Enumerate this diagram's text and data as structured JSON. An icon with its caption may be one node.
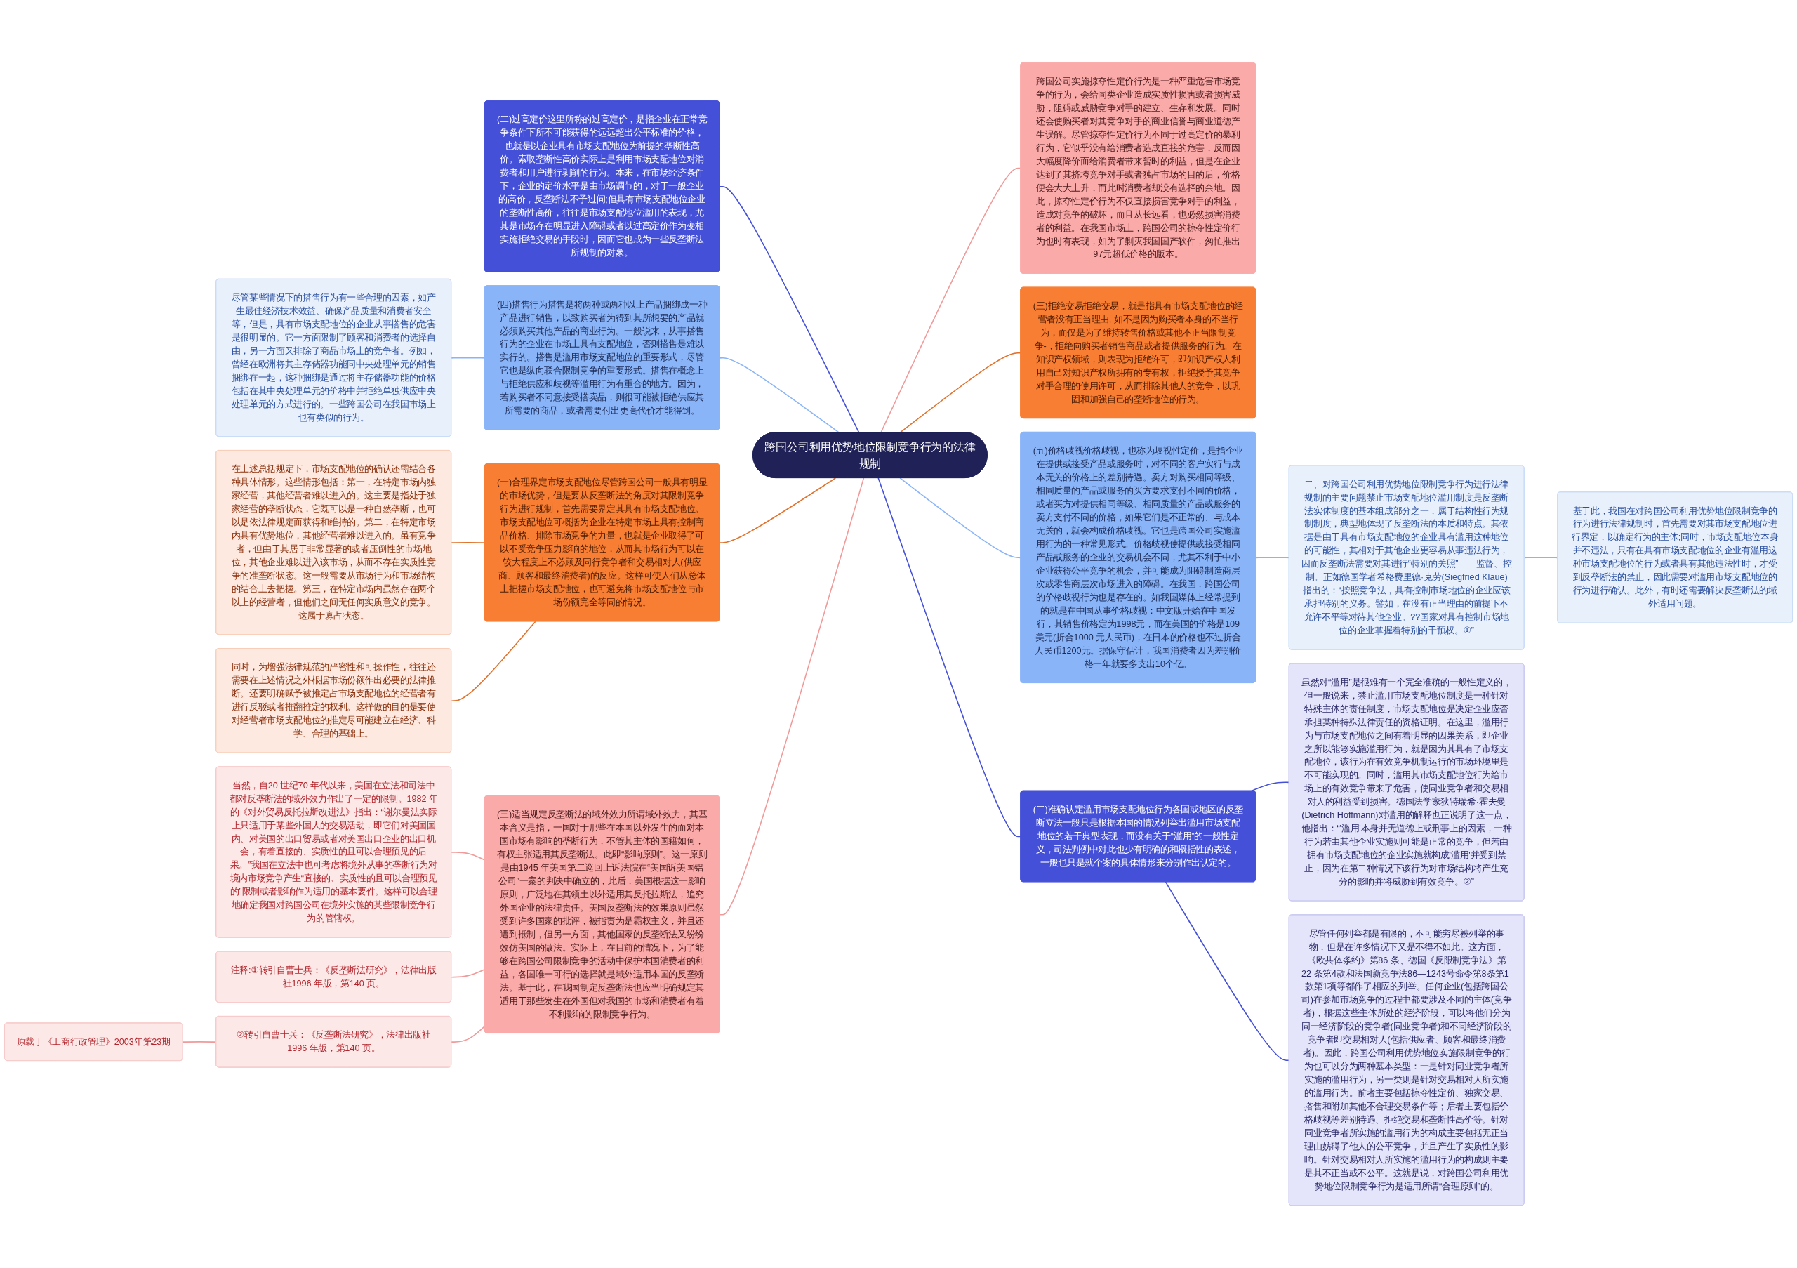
{
  "diagram": {
    "nodes": [
      {
        "text": [
          "跨国公司利用优势地位限制竞争行为的法律规制"
        ]
      },
      {
        "text": [
          "(二)过高定价这里所称的过高定价，是指企业在正常竞争条件下所不可能获得的远远超出公平标准的价格，也就是以企业具有市场支配地位为前提的垄断性高价。索取垄断性高价实际上是利用市场支配地位对消费者和用户进行剥削的行为。本来，在市场经济条件下，企业的定价水平是由市场调节的，对于一般企业的高价，反垄断法不予过问;但具有市场支配地位企业的垄断性高价，往往是市场支配地位滥用的表现，尤其是市场存在明显进入障碍或者以过高定价作为变相实施拒绝交易的手段时，因而它也成为一些反垄断法所规制的对象。"
        ]
      },
      {
        "text": [
          "(四)搭售行为搭售是将两种或两种以上产品捆绑成一种产品进行销售，以致购买者为得到其所想要的产品就必须购买其他产品的商业行为。一般说来，从事搭售行为的企业在市场上具有支配地位，否则搭售是难以实行的。搭售是滥用市场支配地位的重要形式，尽管它也是纵向联合限制竞争的重要形式。搭售在概念上与拒绝供应和歧视等滥用行为有重合的地方。因为，若购买者不同意接受搭卖品，则很可能被拒绝供应其所需要的商品，或者需要付出更高代价才能得到。"
        ]
      },
      {
        "text": [
          "尽管某些情况下的搭售行为有一些合理的因素，如产生最佳经济技术效益、确保产品质量和消费者安全等，但是，具有市场支配地位的企业从事搭售的危害是很明显的。它一方面限制了顾客和消费者的选择自由，另一方面又排除了商品市场上的竞争者。例如，曾经在欧洲将其主存储器功能同中央处理单元的销售捆绑在一起，这种捆绑是通过将主存储器功能的价格包括在其中央处理单元的价格中并拒绝单独供应中央处理单元的方式进行的。一些跨国公司在我国市场上也有类似的行为。"
        ]
      },
      {
        "text": [
          "(一)合理界定市场支配地位尽管跨国公司一般具有明显的市场优势，但是要从反垄断法的角度对其限制竞争行为进行规制，首先需要界定其具有市场支配地位。市场支配地位可概括为企业在特定市场上具有控制商品价格、排除市场竞争的力量，也就是企业取得了可以不受竞争压力影响的地位，从而其市场行为可以在较大程度上不必顾及同行竞争者和交易相对人(供应商、顾客和最终消费者)的反应。这样可使人们从总体上把握市场支配地位，也可避免将市场支配地位与市场份额完全等同的情况。"
        ]
      },
      {
        "text": [
          "在上述总括规定下，市场支配地位的确认还需结合各种具体情形。这些情形包括：第一，在特定市场内独家经营，其他经营者难以进入的。这主要是指处于独家经营的垄断状态，它既可以是一种自然垄断，也可以是依法律规定而获得和维持的。第二，在特定市场内具有优势地位，其他经营者难以进入的。虽有竞争者，但由于其居于非常显著的或者压倒性的市场地位，其他企业难以进入该市场，从而不存在实质性竞争的准垄断状态。这一般需要从市场行为和市场结构的结合上去把握。第三，在特定市场内虽然存在两个以上的经营者，但他们之间无任何实质意义的竞争。这属于寡占状态。"
        ]
      },
      {
        "text": [
          "同时，为增强法律规范的严密性和可操作性，往往还需要在上述情况之外根据市场份额作出必要的法律推断。还要明确赋予被推定占市场支配地位的经营者有进行反驳或者推翻推定的权利。这样做的目的是要使对经营者市场支配地位的推定尽可能建立在经济、科学、合理的基础上。"
        ]
      },
      {
        "text": [
          "(三)适当规定反垄断法的域外效力所谓域外效力，其基本含义是指，一国对于那些在本国以外发生的而对本国市场有影响的垄断行为，不管其主体的国籍如何，有权主张适用其反垄断法。此即“影响原则”。这一原则是由1945 年美国第二巡回上诉法院在“美国诉美国铝公司”一案的判决中确立的，此后，美国根据这一影响原则，广泛地在其领土以外适用其反托拉斯法，追究外国企业的法律责任。美国反垄断法的效果原则虽然受到许多国家的批评，被指责为是霸权主义，并且还遭到抵制，但另一方面，其他国家的反垄断法又纷纷效仿美国的做法。实际上，在目前的情况下，为了能够在跨国公司限制竞争的活动中保护本国消费者的利益，各国唯一可行的选择就是域外适用本国的反垄断法。基于此，在我国制定反垄断法也应当明确规定其适用于那些发生在外国但对我国的市场和消费者有着不利影响的限制竞争行为。"
        ]
      },
      {
        "text": [
          "当然，自20 世纪70 年代以来，美国在立法和司法中都对反垄断法的域外效力作出了一定的限制。1982 年的《对外贸易反托拉斯改进法》指出：“谢尔曼法实际上只适用于某些外国人的交易活动，即它们对美国国内、对美国的出口贸易或者对美国出口企业的出口机会，有着直接的、实质性的且可以合理预见的后果。”我国在立法中也可考虑将境外从事的垄断行为对境内市场竞争产生“直接的、实质性的且可以合理预见的”限制或者影响作为适用的基本要件。这样可以合理地确定我国对跨国公司在境外实施的某些限制竞争行为的管辖权。"
        ]
      },
      {
        "text": [
          "注释:①转引自曹士兵：《反垄断法研究》，法律出版社1996 年版，第140 页。"
        ]
      },
      {
        "text": [
          "②转引自曹士兵：《反垄断法研究》，法律出版社1996 年版，第140 页。"
        ]
      },
      {
        "text": [
          "原载于《工商行政管理》2003年第23期"
        ]
      },
      {
        "text": [
          "跨国公司实施掠夺性定价行为是一种严重危害市场竞争的行为，会给同类企业造成实质性损害或者损害威胁，阻碍或威胁竞争对手的建立、生存和发展。同时还会使购买者对其竞争对手的商业信誉与商业道德产生误解。尽管掠夺性定价行为不同于过高定价的暴利行为，它似乎没有给消费者造成直接的危害，反而因大幅度降价而给消费者带来暂时的利益，但是在企业达到了其挤垮竞争对手或者独占市场的目的后，价格便会大大上升，而此时消费者却没有选择的余地。因此，掠夺性定价行为不仅直接损害竞争对手的利益，造成对竞争的破坏，而且从长远看，也必然损害消费者的利益。在我国市场上，跨国公司的掠夺性定价行为也时有表现，如为了剿灭我国国产软件，匆忙推出97元超低价格的版本。"
        ]
      },
      {
        "text": [
          "(三)拒绝交易拒绝交易，就是指具有市场支配地位的经营者没有正当理由, 如不是因为购买者本身的不当行为，而仅是为了维持转售价格或其他不正当限制竞争-，拒绝向购买者销售商品或者提供服务的行为。在知识产权领域，则表现为拒绝许可，即知识产权人利用自己对知识产权所拥有的专有权，拒绝授予其竞争对手合理的使用许可，从而排除其他人的竞争，以巩固和加强自己的垄断地位的行为。"
        ]
      },
      {
        "text": [
          "(五)价格歧视价格歧视，也称为歧视性定价，是指企业在提供或接受产品或服务时，对不同的客户实行与成本无关的价格上的差别待遇。卖方对购买相同等级、相同质量的产品或服务的买方要求支付不同的价格，或者买方对提供相同等级、相同质量的产品或服务的卖方支付不同的价格，如果它们是不正常的、与成本无关的，就会构成价格歧视。它也是跨国公司实施滥用行为的一种常见形式。价格歧视使提供或接受相同产品或服务的企业的交易机会不同，尤其不利于中小企业获得公平竞争的机会，并可能成为阻碍制造商层次或零售商层次市场进入的障碍。在我国，跨国公司的价格歧视行为也是存在的。如我国媒体上经常提到的就是在中国从事价格歧视：中文版开始在中国发行，其销售价格定为1998元，而在美国的价格是109美元(折合1000 元人民币)，在日本的价格也不过折合人民币1200元。据保守估计，我国消费者因为差别价格一年就要多支出10个亿。"
        ]
      },
      {
        "text": [
          "二、对跨国公司利用优势地位限制竞争行为进行法律规制的主要问题禁止市场支配地位滥用制度是反垄断法实体制度的基本组成部分之一，属于结构性行为规制制度，典型地体现了反垄断法的本质和特点。其依据是由于具有市场支配地位的企业具有滥用这种地位的可能性，其相对于其他企业更容易从事违法行为，因而反垄断法需要对其进行“特别的关照”——监督、控制。正如德国学者希格费里德·克劳(Siegfried Klaue)指出的：“按照竞争法，具有控制市场地位的企业应该承担特别的义务。譬如，在没有正当理由的前提下不允许不平等对待其他企业。??国家对具有控制市场地位的企业掌握着特别的干预权。①”"
        ]
      },
      {
        "text": [
          "基于此，我国在对跨国公司利用优势地位限制竞争的行为进行法律规制时，首先需要对其市场支配地位进行界定，以确定行为的主体;同时，市场支配地位本身并不违法，只有在具有市场支配地位的企业有滥用这种市场支配地位的行为或者具有其他违法性时，才受到反垄断法的禁止，因此需要对滥用市场支配地位的行为进行确认。此外，有时还需要解决反垄断法的域外适用问题。"
        ]
      },
      {
        "text": [
          "(二)准确认定滥用市场支配地位行为各国或地区的反垄断立法一般只是根据本国的情况列举出滥用市场支配地位的若干典型表现，而没有关于“滥用”的一般性定义，司法判例中对此也少有明确的和概括性的表述，一般也只是就个案的具体情形来分别作出认定的。"
        ]
      },
      {
        "text": [
          "虽然对“滥用”是很难有一个完全准确的一般性定义的，但一般说来，禁止滥用市场支配地位制度是一种针对特殊主体的责任制度，市场支配地位是决定企业应否承担某种特殊法律责任的资格证明。在这里，滥用行为与市场支配地位之间有着明显的因果关系，即企业之所以能够实施滥用行为，就是因为其具有了市场支配地位，该行为在有效竞争机制运行的市场环境里是不可能实现的。同时，滥用其市场支配地位行为给市场上的有效竞争带来了危害，使同业竞争者和交易相对人的利益受到损害。德国法学家狄特瑞希·霍夫曼(Dietrich Hoffmann)对滥用的解释也正说明了这一点，他指出：“'滥用'本身并无道德上或刑事上的因素，一种行为若由其他企业实施则可能是正常的竞争，但若由拥有市场支配地位的企业实施就构成'滥用'并受到禁止，因为在第二种情况下该行为对市场结构将产生充分的影响并将威胁到有效竞争。②”"
        ]
      },
      {
        "text": [
          "尽管任何列举都是有限的，不可能穷尽被列举的事物，但是在许多情况下又是不得不如此。这方面，《欧共体条约》第86 条、德国《反限制竞争法》第22 条第4款和法国新竞争法86—1243号命令第8条第1 款第1项等都作了相应的列举。任何企业(包括跨国公司)在参加市场竞争的过程中都要涉及不同的主体(竞争者)，根据这些主体所处的经济阶段，可以将他们分为同一经济阶段的竞争者(同业竞争者)和不同经济阶段的竞争者即交易相对人(包括供应者、顾客和最终消费者)。因此，跨国公司利用优势地位实施限制竞争的行为也可以分为两种基本类型：一是针对同业竞争者所实施的滥用行为，另一类则是针对交易相对人所实施的滥用行为。前者主要包括掠夺性定价、独家交易、搭售和附加其他不合理交易条件等；后者主要包括价格歧视等差别待遇、拒绝交易和垄断性高价等。针对同业竞争者所实施的滥用行为的构成主要包括无正当理由妨碍了他人的公平竞争，并且产生了实质性的影响。针对交易相对人所实施的滥用行为的构成则主要是其不正当或不公平。这就是说，对跨国公司利用优势地位限制竞争行为是适用所谓“合理原则”的。"
        ]
      }
    ],
    "edges": [
      {
        "from": 0,
        "to": 1,
        "arrow": "none",
        "color": "#4450d8"
      },
      {
        "from": 0,
        "to": 2,
        "arrow": "none",
        "color": "#8ab4f8"
      },
      {
        "from": 2,
        "to": 3,
        "arrow": "none",
        "color": "#8ab4f8"
      },
      {
        "from": 0,
        "to": 4,
        "arrow": "none",
        "color": "#e0732e"
      },
      {
        "from": 4,
        "to": 5,
        "arrow": "none",
        "color": "#e0732e"
      },
      {
        "from": 4,
        "to": 6,
        "arrow": "none",
        "color": "#e0732e"
      },
      {
        "from": 0,
        "to": 7,
        "arrow": "none",
        "color": "#f09a9a"
      },
      {
        "from": 7,
        "to": 8,
        "arrow": "none",
        "color": "#f09a9a"
      },
      {
        "from": 7,
        "to": 9,
        "arrow": "none",
        "color": "#f09a9a"
      },
      {
        "from": 7,
        "to": 10,
        "arrow": "none",
        "color": "#f09a9a"
      },
      {
        "from": 10,
        "to": 11,
        "arrow": "none",
        "color": "#f09a9a"
      },
      {
        "from": 0,
        "to": 12,
        "arrow": "none",
        "color": "#f09a9a"
      },
      {
        "from": 0,
        "to": 13,
        "arrow": "none",
        "color": "#e0732e"
      },
      {
        "from": 0,
        "to": 14,
        "arrow": "none",
        "color": "#8ab4f8"
      },
      {
        "from": 14,
        "to": 15,
        "arrow": "none",
        "color": "#8ab4f8"
      },
      {
        "from": 15,
        "to": 16,
        "arrow": "none",
        "color": "#8ab4f8"
      },
      {
        "from": 0,
        "to": 17,
        "arrow": "none",
        "color": "#4450d8"
      },
      {
        "from": 17,
        "to": 18,
        "arrow": "none",
        "color": "#4450d8"
      },
      {
        "from": 17,
        "to": 19,
        "arrow": "none",
        "color": "#4450d8"
      }
    ]
  }
}
